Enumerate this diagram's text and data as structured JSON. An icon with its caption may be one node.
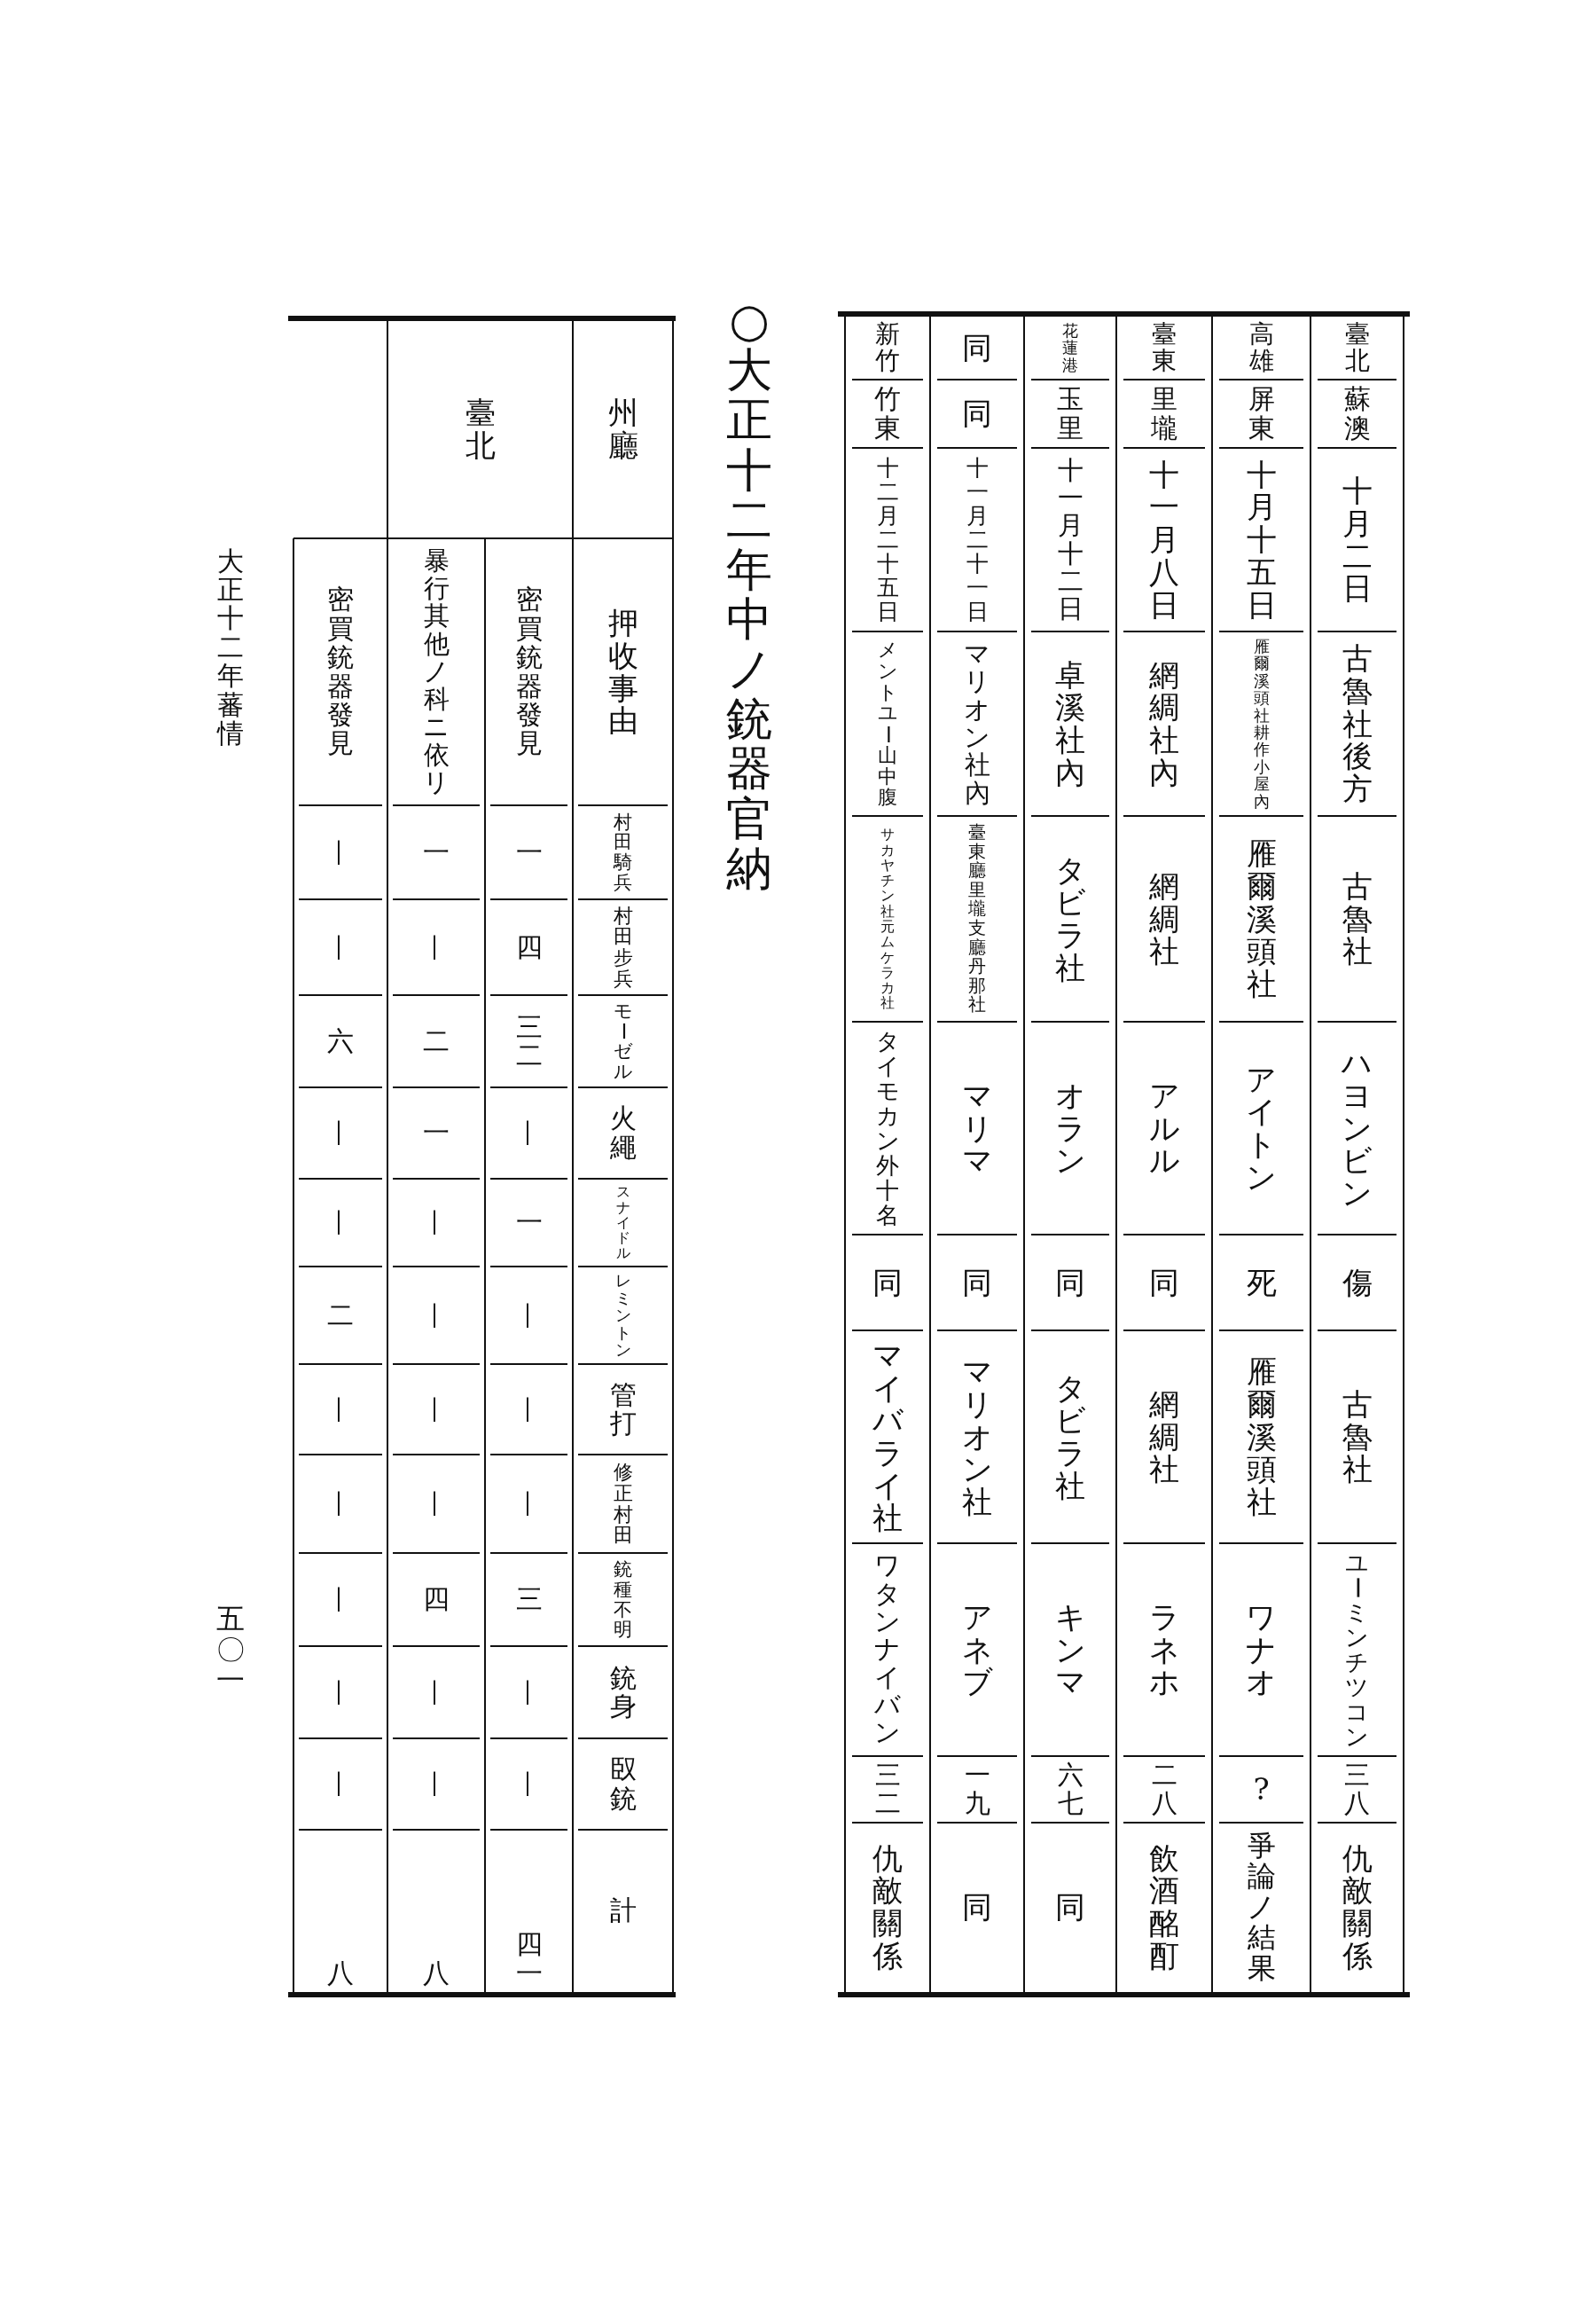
{
  "diagram": {
    "title": "○大正十二年中ノ銃器官納",
    "labels": [
      "臺北",
      "蘇澳",
      "十月二日",
      "古魯社後方",
      "古魯社",
      "ハヨンビン",
      "傷",
      "古魯社",
      "ユーミンチツコン",
      "三八",
      "仇敵關係",
      "高雄",
      "屏東",
      "十月十五日",
      "雁爾溪頭社耕作小屋內",
      "雁爾溪頭社",
      "アイトン",
      "死",
      "雁爾溪頭社",
      "ワナオ",
      "?",
      "爭論ノ結果",
      "臺東",
      "里壠",
      "十一月八日",
      "網綢社內",
      "網綢社",
      "アルル",
      "同",
      "網綢社",
      "ラネホ",
      "二八",
      "飲酒酩酊",
      "花蓮港",
      "玉里",
      "十一月十二日",
      "卓溪社內",
      "タビラ社",
      "オラン",
      "同",
      "タビラ社",
      "キンマ",
      "六七",
      "同",
      "同",
      "同",
      "十一月二十一日",
      "マリオン社內",
      "臺東廳里壠支廳丹那社",
      "マリマ",
      "同",
      "マリオン社",
      "アネブ",
      "一九",
      "同",
      "新竹",
      "竹東",
      "十二月二十五日",
      "メントユー山中腹",
      "サカヤチン社元ムケラカ社",
      "タイモカン外十名",
      "同",
      "マイバライ社",
      "ワタンナイバン",
      "三二",
      "仇敵關係",
      "州廳",
      "押收事由",
      "村田騎兵",
      "村田步兵",
      "モーゼル",
      "火繩",
      "スナイドル",
      "レミントン",
      "管打",
      "修正村田",
      "銃種不明",
      "銃身",
      "臤銃",
      "計",
      "臺北",
      "密買銃器發見",
      "一",
      "四",
      "三二",
      "—",
      "一",
      "—",
      "—",
      "—",
      "三",
      "—",
      "—",
      "四一",
      "暴行其他ノ科ニ依リ",
      "一",
      "—",
      "二",
      "一",
      "—",
      "—",
      "—",
      "—",
      "四",
      "—",
      "—",
      "八",
      "密買銃器發見",
      "—",
      "—",
      "六",
      "—",
      "—",
      "二",
      "—",
      "—",
      "—",
      "—",
      "—",
      "八",
      "大正十二年蕃情",
      "五〇一"
    ]
  }
}
